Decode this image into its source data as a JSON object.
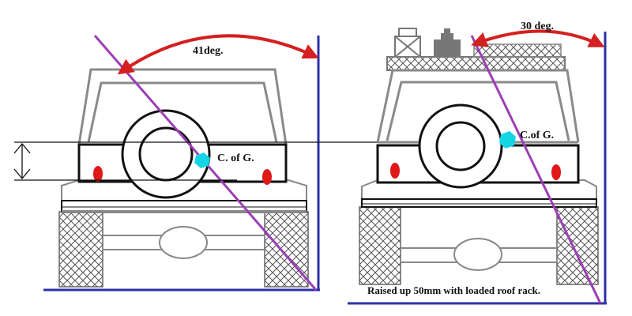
{
  "colors": {
    "arc": "#d42020",
    "tilt_line": "#9b3fb5",
    "ground": "#2d2fa8",
    "body_outline": "#111111",
    "body_gray": "#8a8a8a",
    "cog_marker": "#14d4e6",
    "tail_light": "#e01818"
  },
  "left_vehicle": {
    "angle_label": "41deg.",
    "cog_label": "C. of G."
  },
  "right_vehicle": {
    "angle_label": "30 deg.",
    "cog_label": "C.of G.",
    "caption": "Raised up 50mm with loaded roof rack."
  },
  "icons": {
    "dimension_marker": "double-arrow-icon",
    "cog_marker": "hexagon-icon",
    "roof_load": "crates-and-jerrycan-icon"
  }
}
